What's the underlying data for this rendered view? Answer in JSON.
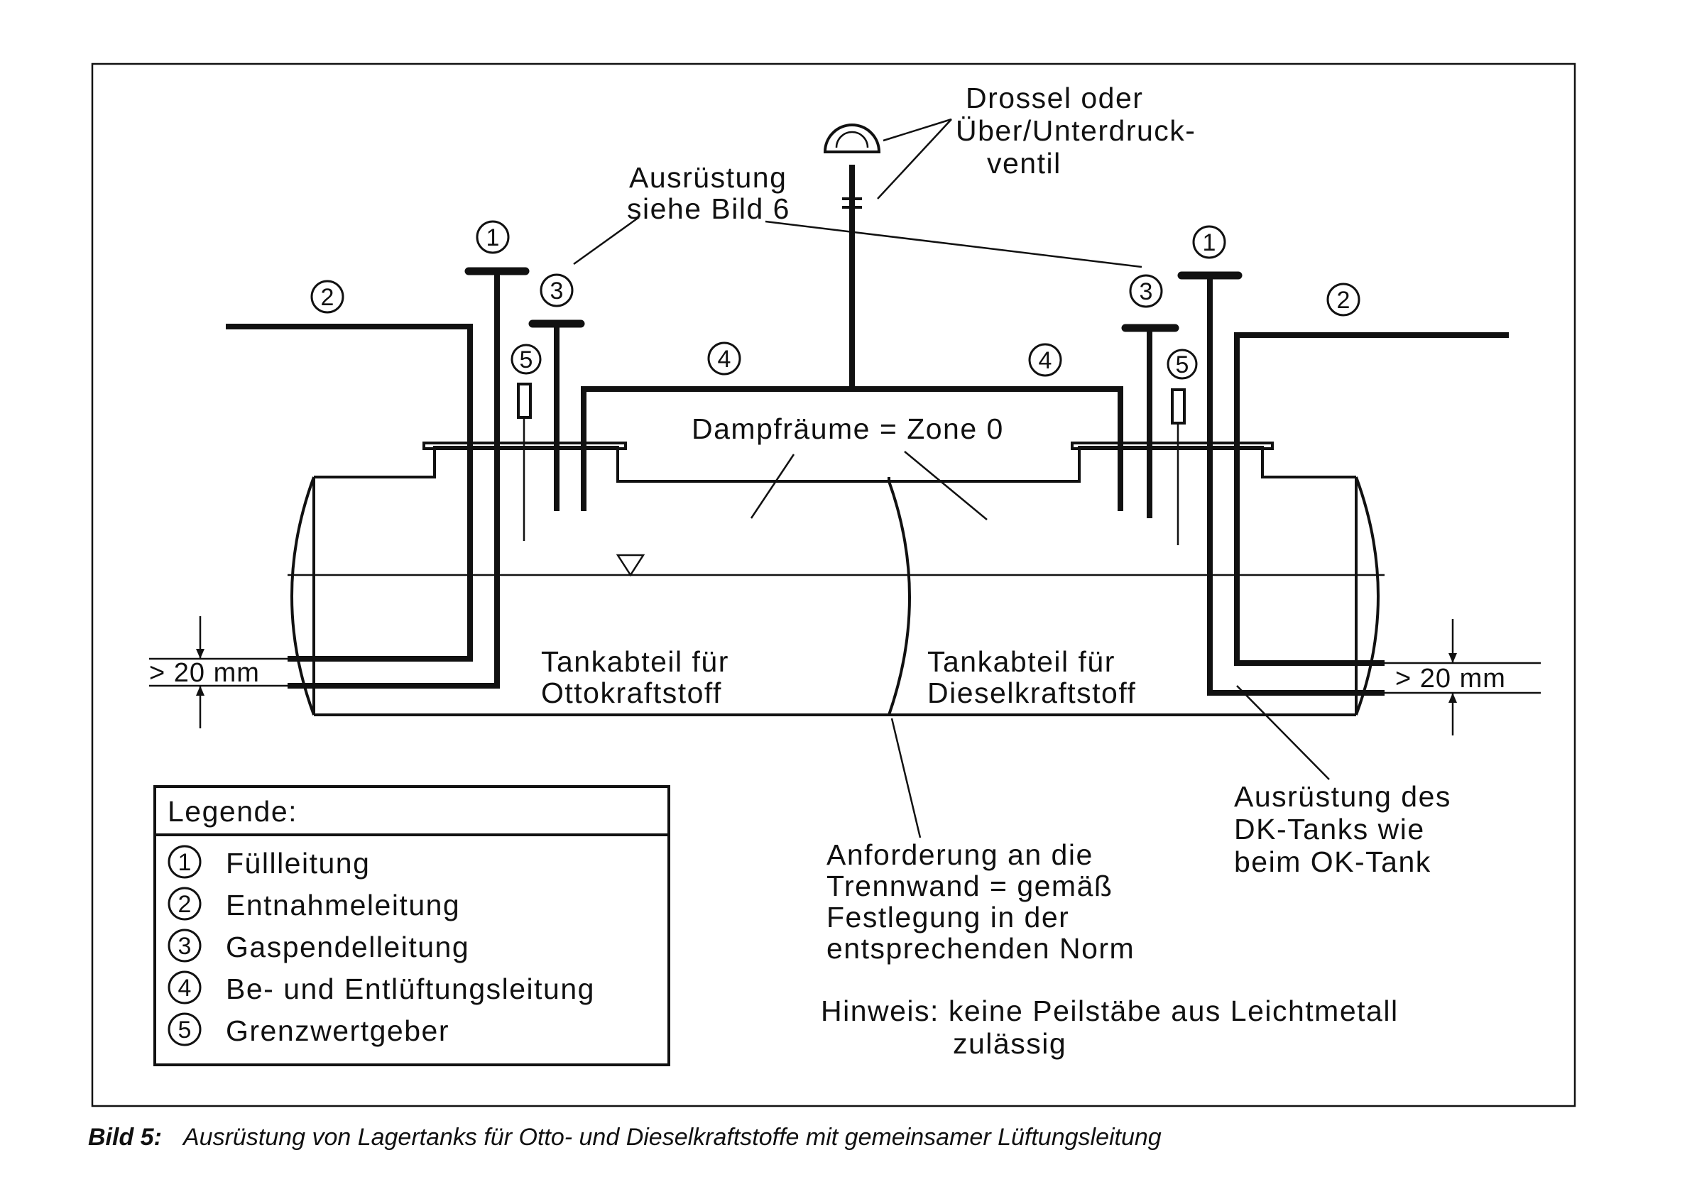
{
  "title_labels": {
    "valve": [
      "Drossel oder",
      "Über/Unterdruck-",
      "ventil"
    ],
    "equipment_ref": [
      "Ausrüstung",
      "siehe Bild 6"
    ],
    "vapour_space": "Dampfräume = Zone 0",
    "compartment_otto": [
      "Tankabteil für",
      "Ottokraftstoff"
    ],
    "compartment_diesel": [
      "Tankabteil für",
      "Dieselkraftstoff"
    ],
    "dim_left": "> 20 mm",
    "dim_right": "> 20 mm",
    "equipment_dk": [
      "Ausrüstung des",
      "DK-Tanks wie",
      "beim OK-Tank"
    ],
    "partition": [
      "Anforderung an die",
      "Trennwand = gemäß",
      "Festlegung in der",
      "entsprechenden Norm"
    ],
    "note": [
      "Hinweis: keine Peilstäbe aus Leichtmetall",
      "zulässig"
    ]
  },
  "markers": {
    "one": "1",
    "two": "2",
    "three": "3",
    "four": "4",
    "five": "5"
  },
  "legend": {
    "title": "Legende:",
    "items": [
      {
        "num": "1",
        "label": "Füllleitung"
      },
      {
        "num": "2",
        "label": "Entnahmeleitung"
      },
      {
        "num": "3",
        "label": "Gaspendelleitung"
      },
      {
        "num": "4",
        "label": "Be- und Entlüftungsleitung"
      },
      {
        "num": "5",
        "label": "Grenzwertgeber"
      }
    ]
  },
  "caption": {
    "bold": "Bild 5:",
    "text": "Ausrüstung von Lagertanks für Otto- und Dieselkraftstoffe mit gemeinsamer Lüftungsleitung"
  }
}
